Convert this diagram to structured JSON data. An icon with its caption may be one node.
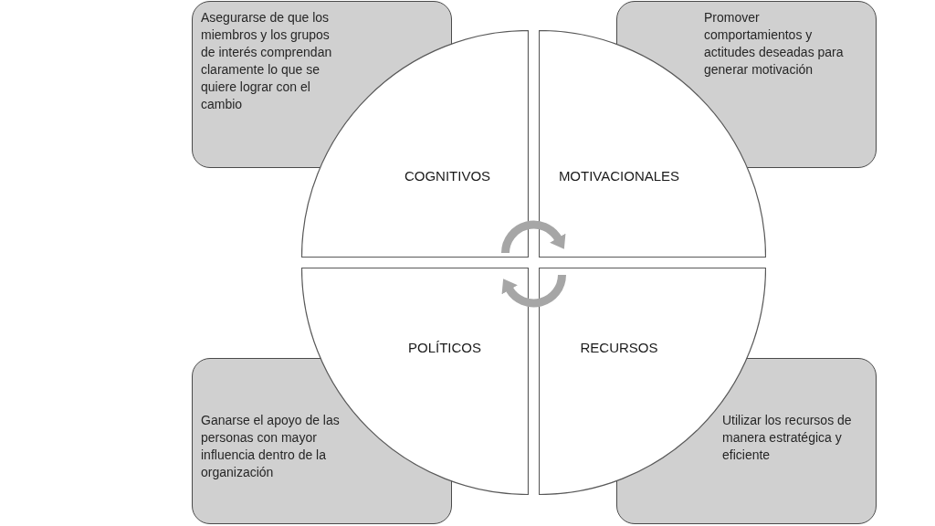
{
  "diagram": {
    "nodes": [
      {
        "text": [
          "Asegurarse de que los miembros y los grupos de interés comprendan claramente lo que se quiere lograr con el cambio"
        ]
      },
      {
        "text": [
          "Promover comportamientos y actitudes deseadas para generar motivación"
        ]
      },
      {
        "text": [
          "COGNITIVOS"
        ]
      },
      {
        "text": [
          "MOTIVACIONALES"
        ]
      },
      {
        "text": [
          "POLÍTICOS"
        ]
      },
      {
        "text": [
          "RECURSOS"
        ]
      },
      {
        "text": [
          "Ganarse el apoyo de las personas con mayor influencia dentro de la organización"
        ]
      },
      {
        "text": [
          "Utilizar los recursos de manera estratégica y eficiente"
        ]
      }
    ],
    "edges": [
      {
        "from": 2,
        "to": 3,
        "arrow": "to"
      },
      {
        "from": 5,
        "to": 4,
        "arrow": "to"
      }
    ]
  }
}
